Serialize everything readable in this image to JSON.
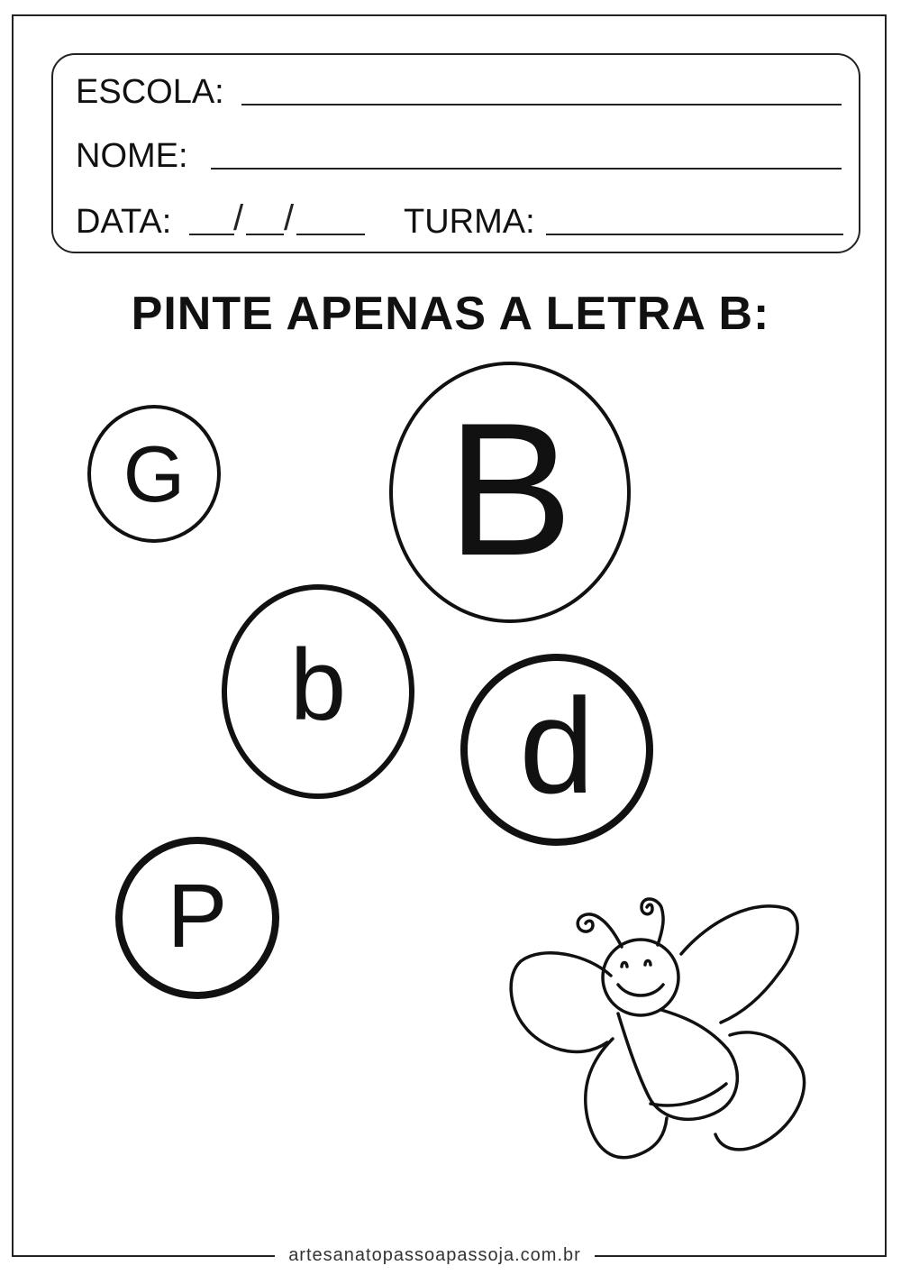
{
  "header": {
    "school_label": "ESCOLA:",
    "name_label": "NOME:",
    "date_label": "DATA:",
    "date_separator": "/",
    "class_label": "TURMA:"
  },
  "instruction": "PINTE APENAS A LETRA B:",
  "letters": [
    {
      "char": "G"
    },
    {
      "char": "B"
    },
    {
      "char": "b"
    },
    {
      "char": "d"
    },
    {
      "char": "P"
    }
  ],
  "illustration": {
    "icon": "butterfly-icon"
  },
  "footer": {
    "website": "artesanatopassoapassoja.com.br"
  }
}
